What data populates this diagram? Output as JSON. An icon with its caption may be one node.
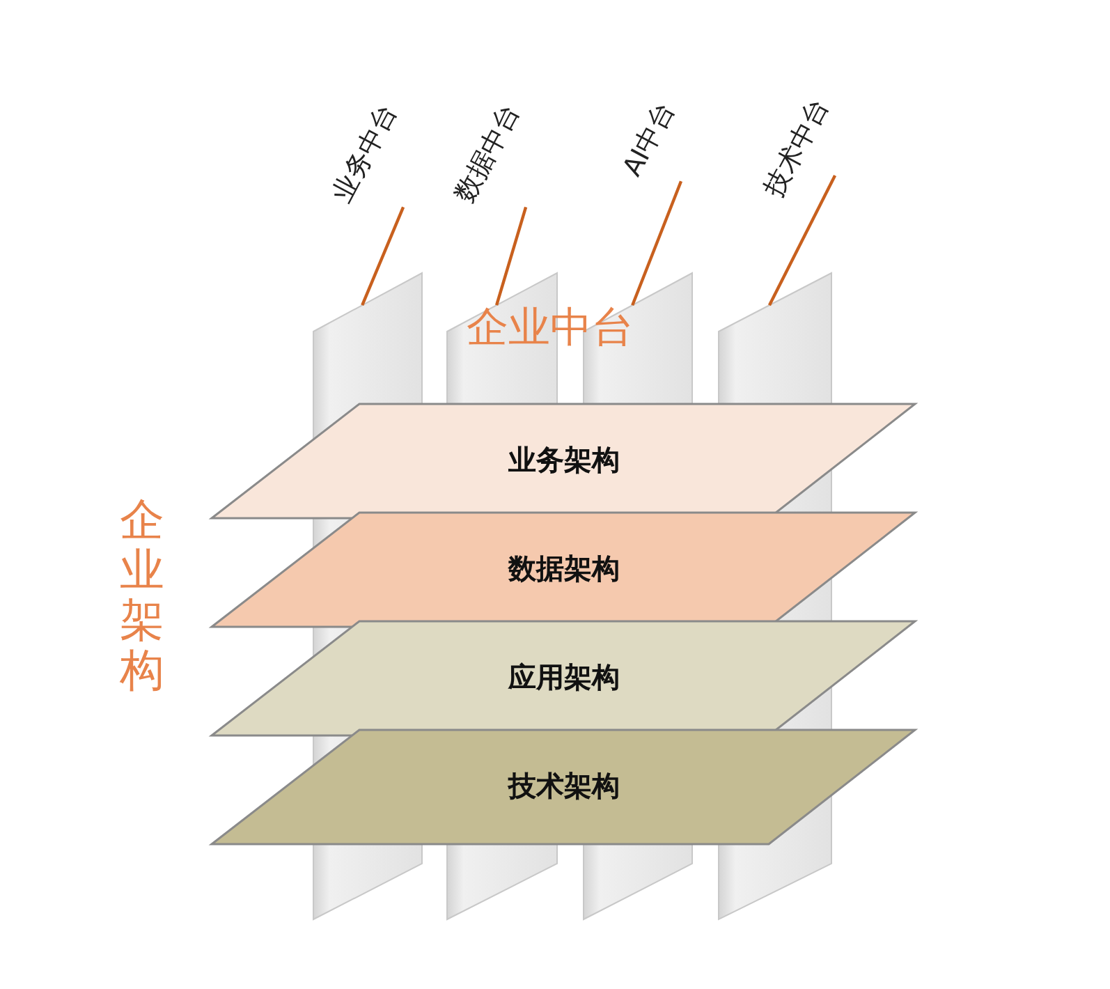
{
  "diagram": {
    "nodes": [
      {
        "text": [
          "业务中台"
        ]
      },
      {
        "text": [
          "数据中台"
        ]
      },
      {
        "text": [
          "AI中台"
        ]
      },
      {
        "text": [
          "技术中台"
        ]
      },
      {
        "text": [],
        "shape": "box"
      },
      {
        "text": [],
        "shape": "box"
      },
      {
        "text": [],
        "shape": "box"
      },
      {
        "text": [],
        "shape": "box"
      },
      {
        "text": [
          "业务架构"
        ]
      },
      {
        "text": [
          "数据架构"
        ]
      },
      {
        "text": [
          "应用架构"
        ]
      },
      {
        "text": [
          "技术架构"
        ]
      }
    ],
    "edges": [
      {
        "from": 0,
        "to": 4,
        "arrow": "none"
      },
      {
        "from": 1,
        "to": 5,
        "arrow": "none"
      },
      {
        "from": 2,
        "to": 6,
        "arrow": "none"
      },
      {
        "from": 3,
        "to": 7,
        "arrow": "none"
      }
    ],
    "labels": [
      "企业中台",
      "企业架构"
    ]
  }
}
